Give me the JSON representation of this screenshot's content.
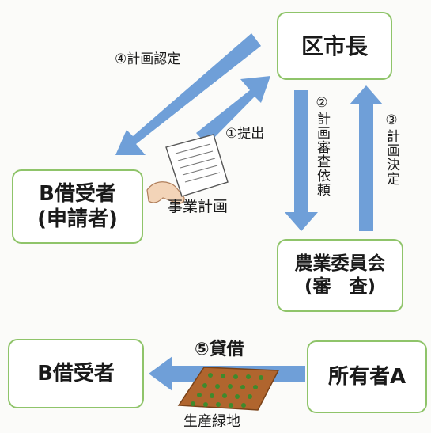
{
  "nodes": {
    "mayor": "区市長",
    "borrower_applicant_line1": "B借受者",
    "borrower_applicant_line2": "(申請者)",
    "committee_line1": "農業委員会",
    "committee_line2": "(審　査)",
    "borrower": "B借受者",
    "owner": "所有者A"
  },
  "edges": {
    "submit": "①提出",
    "review_request": "②計画審査依頼",
    "decision": "③計画決定",
    "approval": "④計画認定",
    "lease": "⑤貸借"
  },
  "labels": {
    "business_plan": "事業計画",
    "production_green_land": "生産緑地"
  },
  "colors": {
    "arrow": "#6f9fd8",
    "box_border": "#8fc46a",
    "field": "#b0652e"
  },
  "icons": [
    "document-in-hand-icon",
    "farmland-icon"
  ]
}
